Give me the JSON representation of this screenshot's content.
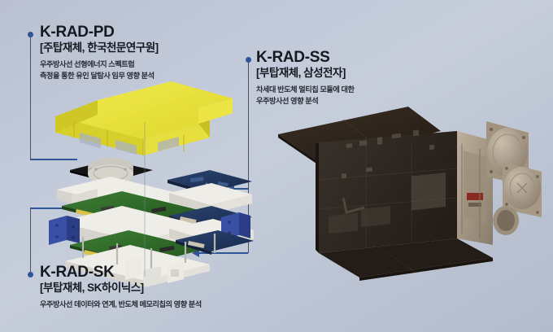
{
  "figure": {
    "type": "exploded-assembly-and-satellite-render",
    "background_color": "#bfc7d6",
    "accent_color": "#2f5596"
  },
  "labels": [
    {
      "id": "k-rad-pd",
      "title": "K-RAD-PD",
      "subtitle": "[주탑재체, 한국천문연구원]",
      "description": "우주방사선 선형에너지 스펙트럼\n측정을 통한 유인 달탐사 임무 영향 분석",
      "position": "top-left"
    },
    {
      "id": "k-rad-ss",
      "title": "K-RAD-SS",
      "subtitle": "[부탑재체, 삼성전자]",
      "description": "차세대 반도체 멀티칩 모듈에 대한\n우주방사선 영향 분석",
      "position": "top-center"
    },
    {
      "id": "k-rad-sk",
      "title": "K-RAD-SK",
      "subtitle": "[부탑재체, SK하이닉스]",
      "description": "우주방사선 데이터와 연계, 반도체 메모리칩의 영향 분석",
      "position": "bottom-left"
    }
  ],
  "exploded_parts": [
    {
      "name": "yellow-shield-cover",
      "color": "#e8e23c"
    },
    {
      "name": "black-detector-plate",
      "color": "#1c1c1c"
    },
    {
      "name": "cylindrical-sensor",
      "color": "#cfcdc6"
    },
    {
      "name": "upper-chassis",
      "color": "#e8e6e0"
    },
    {
      "name": "green-pcb-upper",
      "color": "#2f6b2a"
    },
    {
      "name": "blue-pcb-upper",
      "color": "#22385e"
    },
    {
      "name": "mid-chassis",
      "color": "#e8e6e0"
    },
    {
      "name": "green-pcb-mid",
      "color": "#2f6b2a"
    },
    {
      "name": "blue-pcb-mid",
      "color": "#22385e"
    },
    {
      "name": "blue-mount-bracket",
      "color": "#3b4fa0"
    },
    {
      "name": "lower-chassis",
      "color": "#e8e6e0"
    },
    {
      "name": "green-pcb-lower",
      "color": "#2f6b2a"
    },
    {
      "name": "blue-pcb-lower",
      "color": "#22385e"
    },
    {
      "name": "base-rail",
      "color": "#dcdad4"
    }
  ],
  "satellite": {
    "name": "K-RAD satellite 3D render",
    "body_color": "#2e2722",
    "panel_color": "#2b231c",
    "antenna_color": "#a39686",
    "components": [
      "solar-panel-top",
      "solar-panel-bottom",
      "main-body",
      "dish-antenna-large",
      "dish-antenna-small",
      "thruster-nozzle",
      "equipment-deck"
    ]
  }
}
